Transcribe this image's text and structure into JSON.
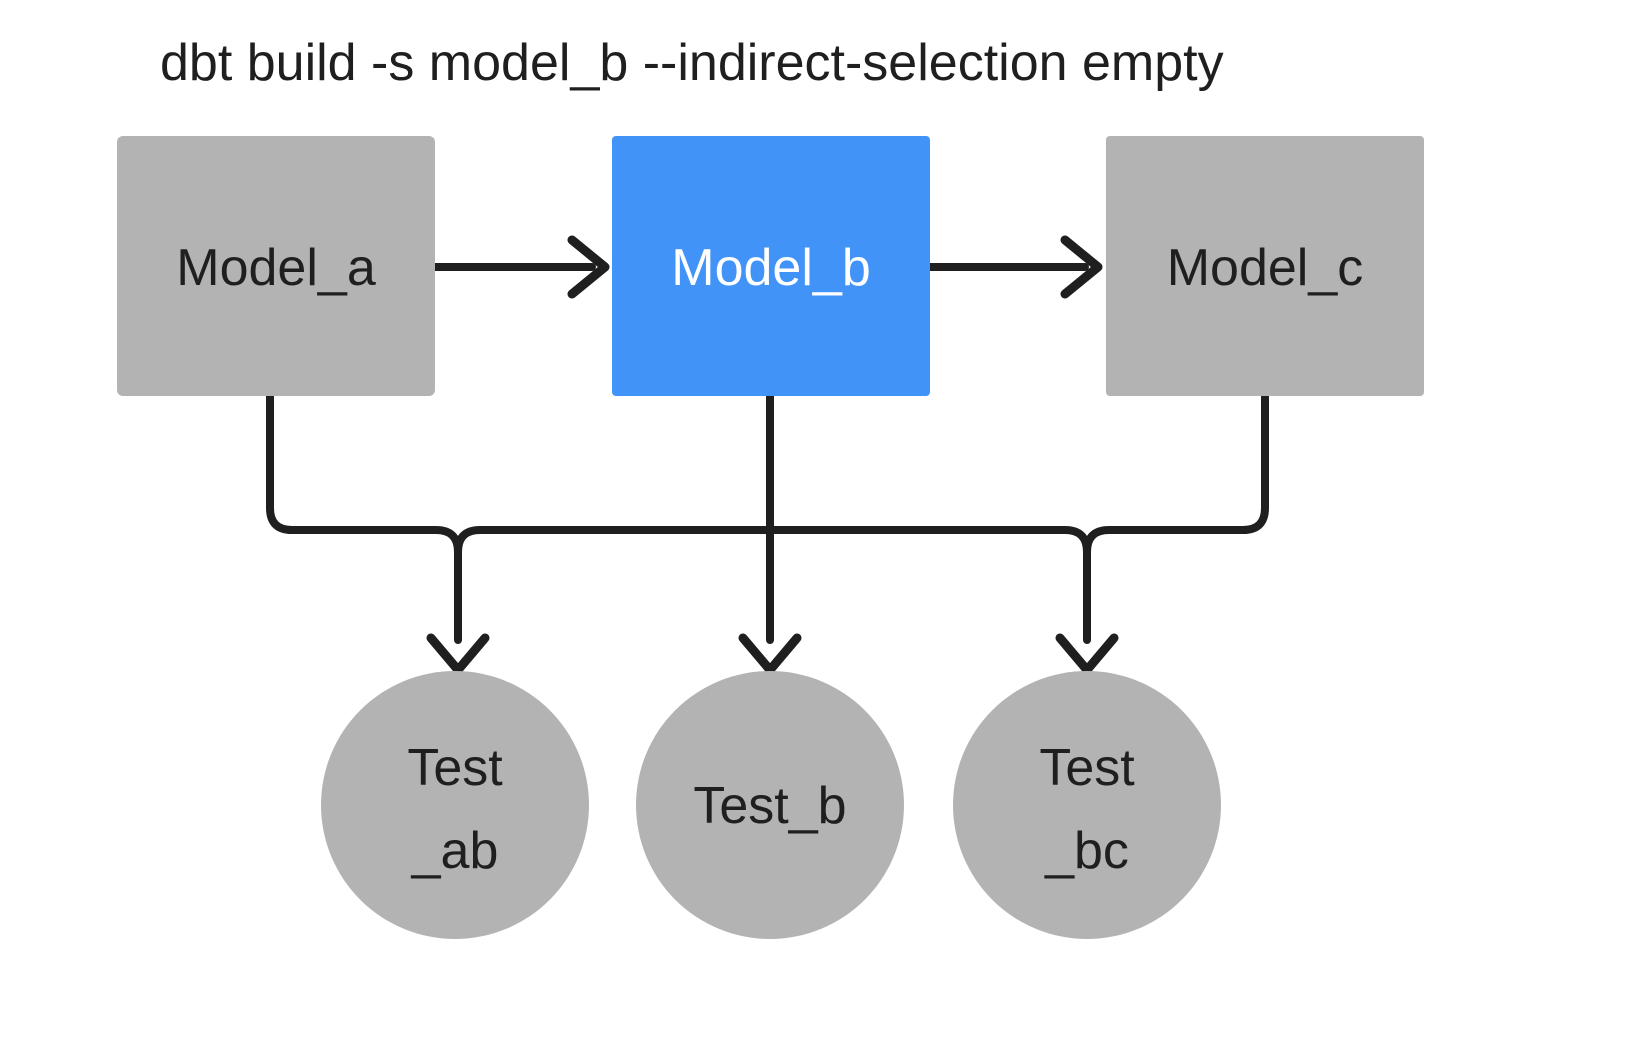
{
  "title": "dbt build -s model_b --indirect-selection empty",
  "colors": {
    "background": "#ffffff",
    "node_default": "#b3b3b3",
    "node_selected": "#4293f7",
    "edge": "#1f1f1f",
    "text_dark": "#1f1f1f",
    "text_light": "#ffffff"
  },
  "models": [
    {
      "id": "model_a",
      "label": "Model_a",
      "selected": false
    },
    {
      "id": "model_b",
      "label": "Model_b",
      "selected": true
    },
    {
      "id": "model_c",
      "label": "Model_c",
      "selected": false
    }
  ],
  "tests": [
    {
      "id": "test_ab",
      "line1": "Test",
      "line2": "_ab"
    },
    {
      "id": "test_b",
      "line1": "Test_b",
      "line2": ""
    },
    {
      "id": "test_bc",
      "line1": "Test",
      "line2": "_bc"
    }
  ],
  "edges": [
    {
      "from": "model_a",
      "to": "model_b",
      "kind": "model-to-model"
    },
    {
      "from": "model_b",
      "to": "model_c",
      "kind": "model-to-model"
    },
    {
      "from": "model_a",
      "to": "test_ab",
      "kind": "model-to-test"
    },
    {
      "from": "model_b",
      "to": "test_ab",
      "kind": "model-to-test"
    },
    {
      "from": "model_b",
      "to": "test_b",
      "kind": "model-to-test"
    },
    {
      "from": "model_b",
      "to": "test_bc",
      "kind": "model-to-test"
    },
    {
      "from": "model_c",
      "to": "test_bc",
      "kind": "model-to-test"
    }
  ]
}
